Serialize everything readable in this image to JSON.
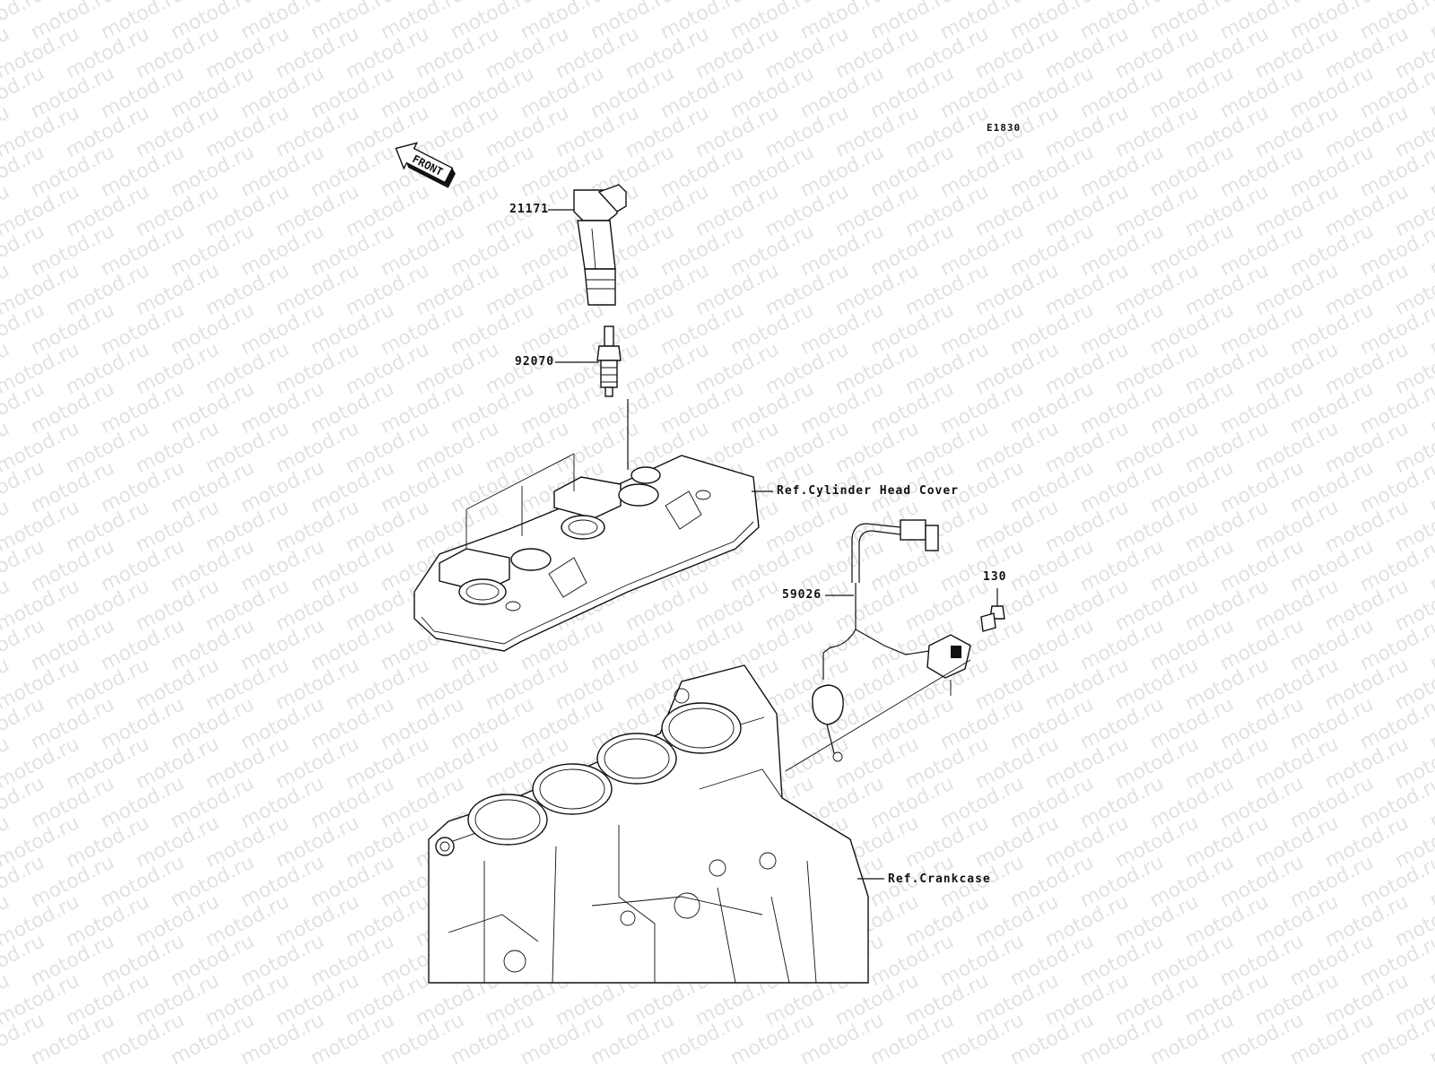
{
  "diagram_code": "E1830",
  "front_arrow": {
    "label": "FRONT",
    "icon": "front-arrow-icon"
  },
  "watermark": {
    "text": "motod.ru",
    "color": "#e2e2e2"
  },
  "callouts": [
    {
      "id": "ignition-coil",
      "label": "21171"
    },
    {
      "id": "spark-plug",
      "label": "92070"
    },
    {
      "id": "sensor-harness",
      "label": "59026"
    },
    {
      "id": "bolt",
      "label": "130"
    }
  ],
  "references": [
    {
      "id": "cylinder-head-cover",
      "label": "Ref.Cylinder Head Cover"
    },
    {
      "id": "crankcase",
      "label": "Ref.Crankcase"
    }
  ]
}
